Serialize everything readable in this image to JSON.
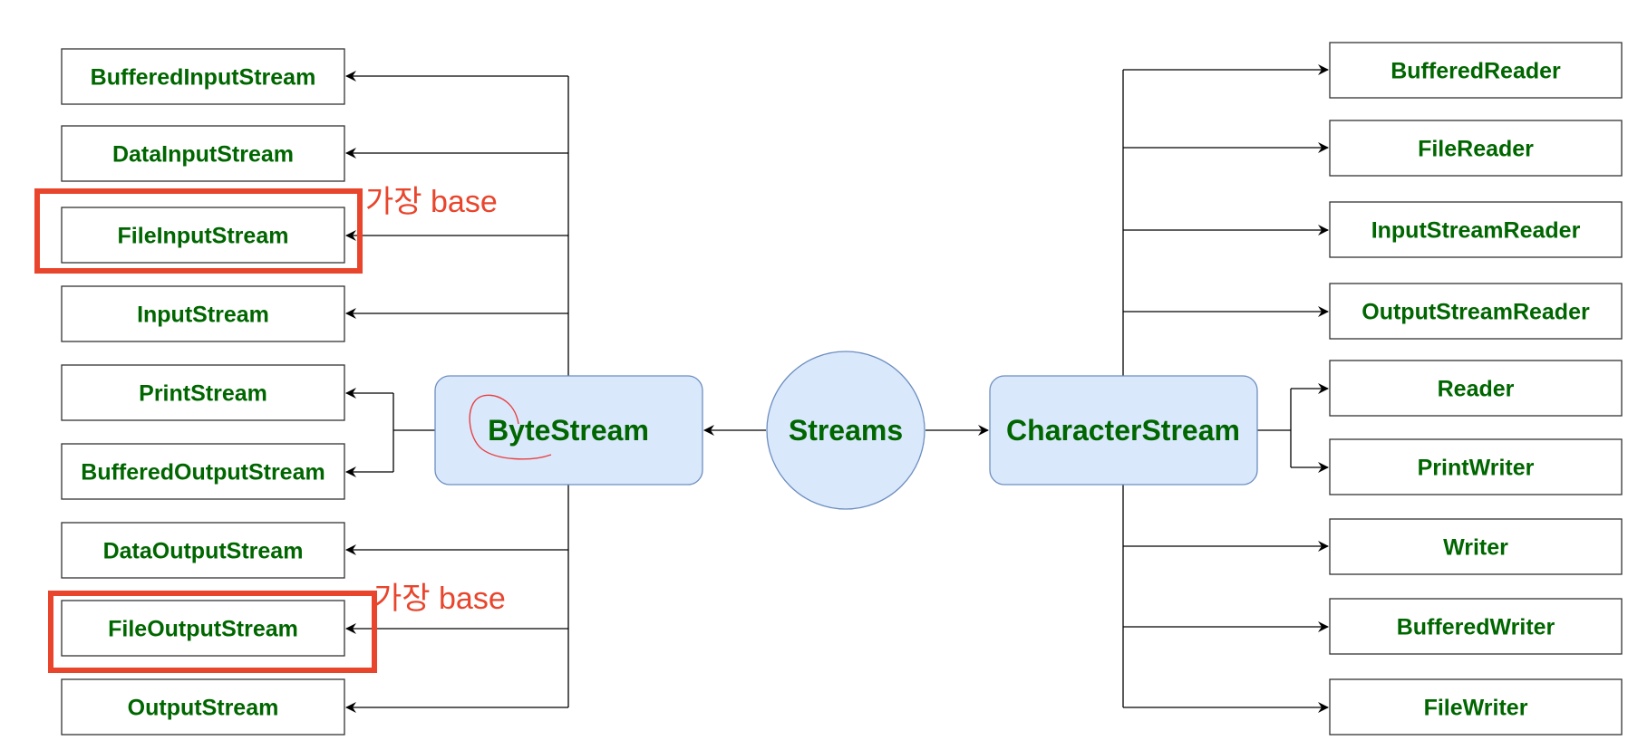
{
  "diagram": {
    "center": {
      "label": "Streams"
    },
    "byte_stream": {
      "label": "ByteStream",
      "children": [
        "BufferedInputStream",
        "DataInputStream",
        "FileInputStream",
        "InputStream",
        "PrintStream",
        "BufferedOutputStream",
        "DataOutputStream",
        "FileOutputStream",
        "OutputStream"
      ]
    },
    "character_stream": {
      "label": "CharacterStream",
      "children": [
        "BufferedReader",
        "FileReader",
        "InputStreamReader",
        "OutputStreamReader",
        "Reader",
        "PrintWriter",
        "Writer",
        "BufferedWriter",
        "FileWriter"
      ]
    },
    "annotations": [
      {
        "text": "가장 base",
        "target": "FileInputStream"
      },
      {
        "text": "가장 base",
        "target": "FileOutputStream"
      }
    ],
    "colors": {
      "label_text": "#006600",
      "hub_fill": "#dae8fc",
      "hub_stroke": "#6c8ebf",
      "annotation": "#e8452c"
    }
  }
}
